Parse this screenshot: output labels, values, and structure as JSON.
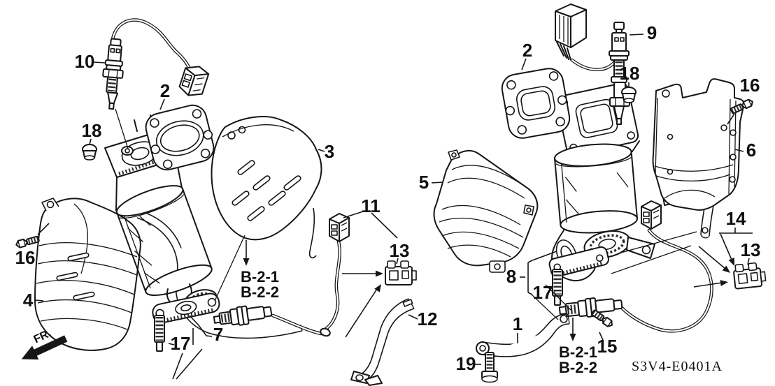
{
  "diagram": {
    "code": "S3V4-E0401A",
    "front_marker": "FR.",
    "section_ref_primary": "B-2-1",
    "section_ref_secondary": "B-2-2"
  },
  "callouts": {
    "left": {
      "oxygen_sensor": "10",
      "gasket": "2",
      "upper_cover": "3",
      "nut": "18",
      "bolt": "16",
      "lower_cover": "4",
      "stud": "17",
      "converter": "7",
      "connector": "11",
      "clamp": "13",
      "stay": "12"
    },
    "right": {
      "gasket": "2",
      "oxygen_sensor": "9",
      "nut": "18",
      "bolt": "16",
      "side_cover": "6",
      "front_cover": "5",
      "flange": "8",
      "stud": "17",
      "stay": "1",
      "sensor_bolt": "15",
      "stay_bolt": "19",
      "harness": "14",
      "clamp": "13"
    }
  }
}
